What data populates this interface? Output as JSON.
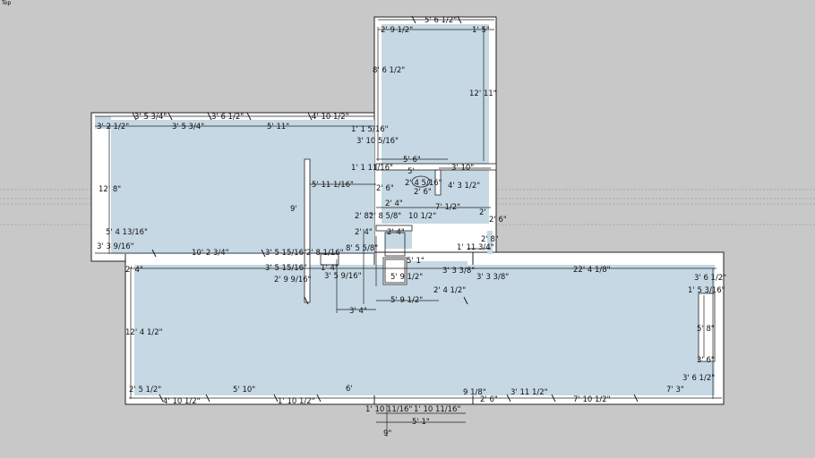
{
  "view_label": "Top",
  "colors": {
    "background": "#c8c8c8",
    "room_fill": "#c5d8e4",
    "wall": "#ffffff",
    "line": "#222222"
  },
  "dimensions": {
    "d01": "5' 6 1/2\"",
    "d02": "2' 9 1/2\"",
    "d03": "1' 5\"",
    "d04": "8' 6 1/2\"",
    "d05": "12' 11\"",
    "d06": "3' 5 3/4\"",
    "d07": "3' 6 1/2\"",
    "d08": "4' 10 1/2\"",
    "d09": "3' 2 1/2\"",
    "d10": "3' 5 3/4\"",
    "d11": "5' 11\"",
    "d12": "1' 1 5/16\"",
    "d13": "3' 10 5/16\"",
    "d14": "5' 6\"",
    "d15": "1' 1 11/16\"",
    "d16": "5'",
    "d17": "3' 10\"",
    "d18": "2' 4 5/16\"",
    "d19": "4' 3 1/2\"",
    "d20": "12' 8\"",
    "d21": "5' 11 1/16\"",
    "d22": "2' 6\"",
    "d23": "2' 6\"",
    "d24": "2' 4\"",
    "d25": "7' 1/2\"",
    "d26": "9'",
    "d27": "2' 8\"",
    "d28": "2' 8 5/8\"",
    "d29": "10 1/2\"",
    "d30": "2' 4\"",
    "d31": "2'",
    "d32": "5' 4 13/16\"",
    "d33": "3' 3 9/16\"",
    "d34": "10' 2 3/4\"",
    "d35": "3' 5 15/16\"",
    "d36": "2' 8 1/16\"",
    "d37": "8' 5 5/8\"",
    "d38": "2' 8\"",
    "d39": "1' 11 3/4\"",
    "d40": "5' 1\"",
    "d41": "2' 4\"",
    "d42": "3' 5 15/16\"",
    "d43": "1' 4\"",
    "d44": "2' 9 9/16\"",
    "d45": "3' 5 9/16\"",
    "d46": "5' 9 1/2\"",
    "d47": "3' 3 3/8\"",
    "d48": "3' 3 3/8\"",
    "d49": "22' 4 1/8\"",
    "d50": "3' 6 1/2\"",
    "d51": "1' 5 3/16\"",
    "d52": "2' 4 1/2\"",
    "d53": "12' 4 1/2\"",
    "d54": "3' 4\"",
    "d55": "5' 9 1/2\"",
    "d56": "5' 8\"",
    "d57": "3' 6\"",
    "d58": "2' 5 1/2\"",
    "d59": "5' 10\"",
    "d60": "6'",
    "d61": "9 1/8\"",
    "d62": "3' 11 1/2\"",
    "d63": "7' 3\"",
    "d64": "4' 10 1/2\"",
    "d65": "1' 10 1/2\"",
    "d66": "2' 6\"",
    "d67": "7' 10 1/2\"",
    "d68": "3' 6 1/2\"",
    "d69": "1' 10 11/16\"",
    "d70": "1' 10 11/16\"",
    "d71": "5' 1\"",
    "d72": "9\"",
    "d73": "2' 4\"",
    "d74": "2' 6\""
  }
}
